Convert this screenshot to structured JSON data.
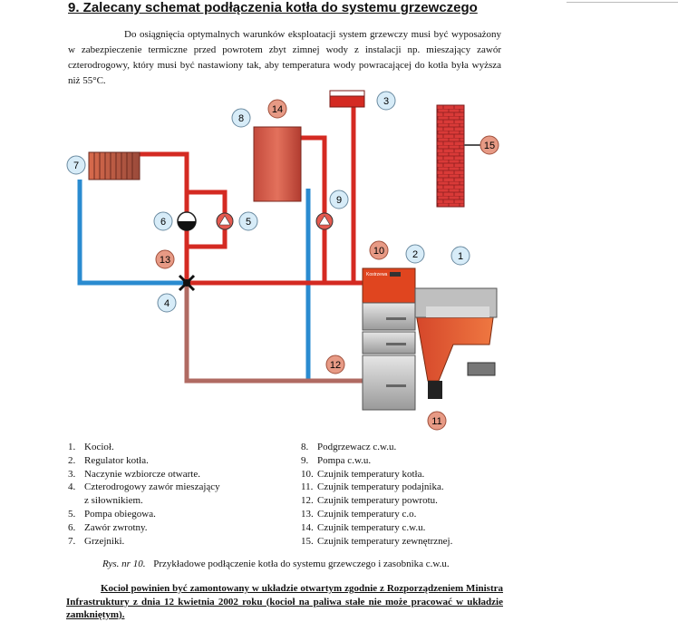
{
  "heading": "9.  Zalecany schemat podłączenia kotła do systemu grzewczego",
  "intro": "Do osiągnięcia optymalnych warunków eksploatacji system grzewczy musi być wyposażony w zabezpieczenie termiczne przed powrotem zbyt zimnej wody z instalacji np. mieszający zawór czterodrogowy, który musi być nastawiony tak, aby temperatura wody powracającej do kotła była wyższa niż 55°C.",
  "diagram": {
    "labels": [
      "1",
      "2",
      "3",
      "4",
      "5",
      "6",
      "7",
      "8",
      "9",
      "10",
      "11",
      "12",
      "13",
      "14",
      "15"
    ],
    "boiler_marking": "Kostrzewa"
  },
  "legend_left": [
    {
      "num": "1.",
      "text": "Kocioł."
    },
    {
      "num": "2.",
      "text": "Regulator kotła."
    },
    {
      "num": "3.",
      "text": "Naczynie wzbiorcze otwarte."
    },
    {
      "num": "4.",
      "text": "Czterodrogowy zawór mieszający"
    },
    {
      "num": "",
      "text": "z siłownikiem."
    },
    {
      "num": "5.",
      "text": "Pompa obiegowa."
    },
    {
      "num": "6.",
      "text": "Zawór zwrotny."
    },
    {
      "num": "7.",
      "text": "Grzejniki."
    }
  ],
  "legend_right": [
    {
      "num": "8.",
      "text": "Podgrzewacz c.w.u."
    },
    {
      "num": "9.",
      "text": "Pompa c.w.u."
    },
    {
      "num": "10.",
      "text": "Czujnik temperatury kotła."
    },
    {
      "num": "11.",
      "text": "Czujnik temperatury podajnika."
    },
    {
      "num": "12.",
      "text": "Czujnik temperatury powrotu."
    },
    {
      "num": "13.",
      "text": "Czujnik temperatury c.o."
    },
    {
      "num": "14.",
      "text": "Czujnik temperatury c.w.u."
    },
    {
      "num": "15.",
      "text": "Czujnik temperatury zewnętrznej."
    }
  ],
  "caption": {
    "fig": "Rys. nr 10.",
    "text": "Przykładowe podłączenie kotła do systemu grzewczego i zasobnika c.w.u."
  },
  "note": "Kocioł powinien być zamontowany w układzie otwartym zgodnie z Rozporządzeniem Ministra Infrastruktury z dnia 12 kwietnia 2002 roku (kocioł na paliwa stałe nie może pracować w układzie zamkniętym).",
  "colors": {
    "hot_pipe": "#d42a22",
    "cold_pipe": "#2a8bd0",
    "return_pipe": "#b06a62",
    "badge_blue": "#d7ecf8",
    "badge_red": "#e79a85"
  }
}
